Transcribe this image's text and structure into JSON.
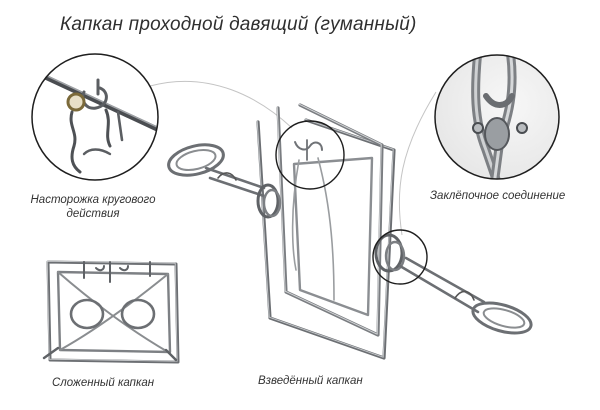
{
  "title": "Капкан проходной давящий (гуманный)",
  "labels": {
    "trigger": "Насторожка кругового действия",
    "rivet": "Заклёпочное соединение",
    "folded": "Сложенный капкан",
    "armed": "Взведённый капкан"
  },
  "colors": {
    "wire": "#8a8d90",
    "wire_dark": "#5b5e62",
    "wire_light": "#c9cccf",
    "text": "#333333",
    "leader": "#bdbdbd"
  }
}
